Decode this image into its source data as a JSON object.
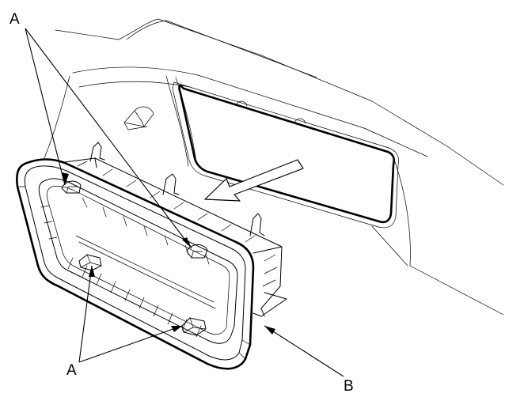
{
  "callouts": {
    "a_top": "A",
    "a_bottom": "A",
    "b": "B"
  },
  "colors": {
    "line": "#000000",
    "background": "#ffffff"
  },
  "icons": {
    "removal_direction": "arrow-icon"
  }
}
